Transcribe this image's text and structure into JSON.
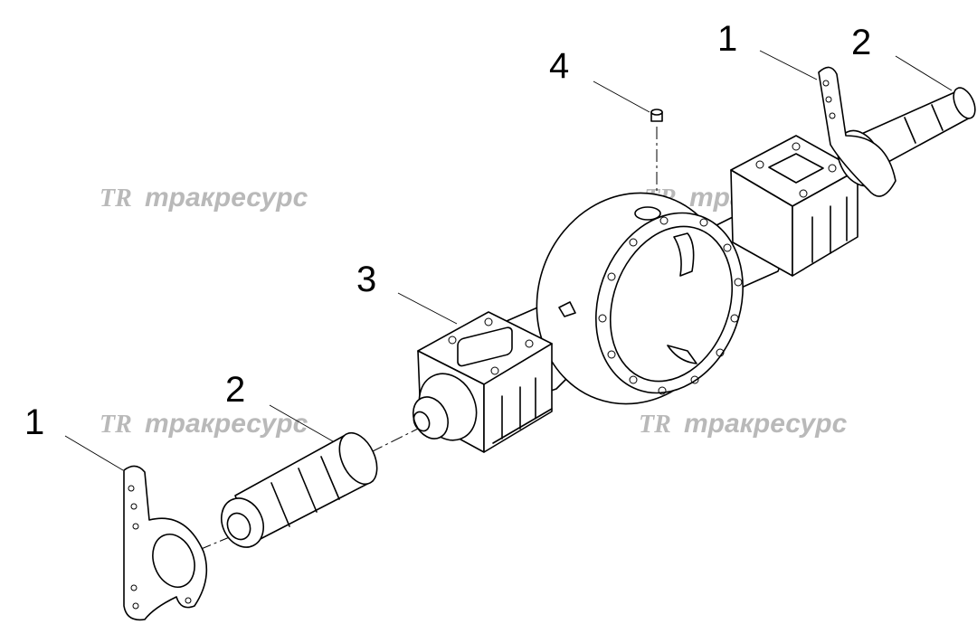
{
  "callouts": [
    {
      "id": "c1",
      "label": "1"
    },
    {
      "id": "c2",
      "label": "2"
    },
    {
      "id": "c3",
      "label": "3"
    },
    {
      "id": "c4",
      "label": "4"
    },
    {
      "id": "c5",
      "label": "1"
    },
    {
      "id": "c6",
      "label": "2"
    }
  ],
  "watermark": {
    "logo": "TR",
    "text": "тракресурс"
  },
  "colors": {
    "line": "#000000",
    "watermark": "#b9b9b9",
    "background": "#ffffff"
  }
}
